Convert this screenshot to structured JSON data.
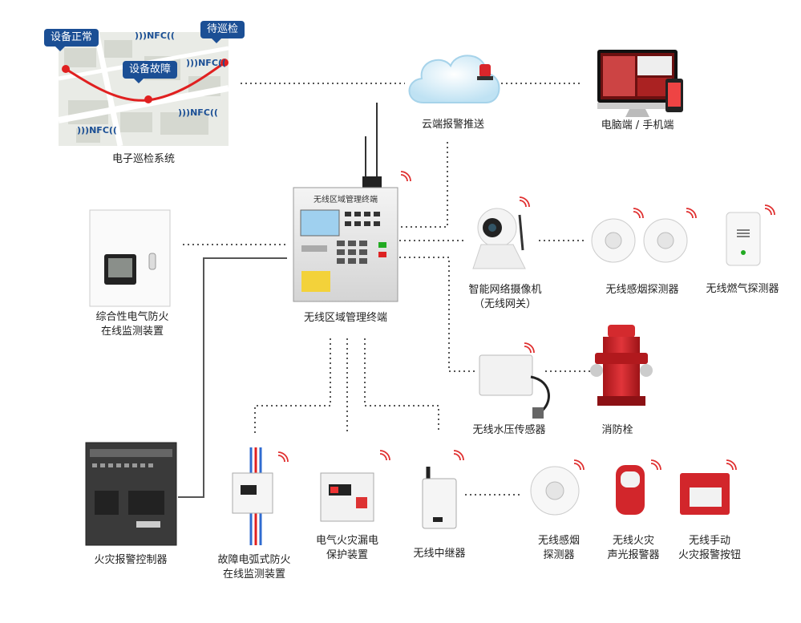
{
  "patrol": {
    "label": "电子巡检系统",
    "status_normal": "设备正常",
    "status_fault": "设备故障",
    "status_pending": "待巡检",
    "nfc": "NFC"
  },
  "cloud": {
    "label": "云端报警推送"
  },
  "pc_mobile": {
    "label": "电脑端 / 手机端"
  },
  "terminal": {
    "label": "无线区域管理终端",
    "panel_title": "无线区域管理终端"
  },
  "electric_monitor": {
    "label_line1": "综合性电气防火",
    "label_line2": "在线监测装置"
  },
  "camera": {
    "label_line1": "智能网络摄像机",
    "label_line2": "（无线网关）"
  },
  "smoke_detector": {
    "label": "无线感烟探测器"
  },
  "gas_detector": {
    "label": "无线燃气探测器"
  },
  "water_sensor": {
    "label": "无线水压传感器"
  },
  "hydrant": {
    "label": "消防栓"
  },
  "fire_controller": {
    "label": "火灾报警控制器"
  },
  "arc_monitor": {
    "label_line1": "故障电弧式防火",
    "label_line2": "在线监测装置"
  },
  "leakage_protector": {
    "label_line1": "电气火灾漏电",
    "label_line2": "保护装置"
  },
  "repeater": {
    "label": "无线中继器"
  },
  "smoke_detector2": {
    "label_line1": "无线感烟",
    "label_line2": "探测器"
  },
  "alarm_light": {
    "label_line1": "无线火灾",
    "label_line2": "声光报警器"
  },
  "manual_button": {
    "label_line1": "无线手动",
    "label_line2": "火灾报警按钮"
  },
  "colors": {
    "brand_blue": "#1b4f95",
    "alarm_red": "#d9262b",
    "line_gray": "#555555"
  }
}
